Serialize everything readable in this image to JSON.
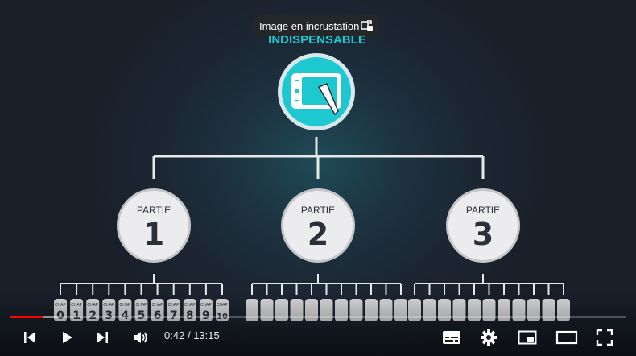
{
  "video": {
    "header_text": "INDISPENSABLE",
    "parts": [
      {
        "label": "PARTIE",
        "number": "1"
      },
      {
        "label": "PARTIE",
        "number": "2"
      },
      {
        "label": "PARTIE",
        "number": "3"
      }
    ],
    "chapter_label": "CHAP",
    "chapters": [
      "0",
      "1",
      "2",
      "3",
      "4",
      "5",
      "6",
      "7",
      "8",
      "9",
      "10"
    ],
    "colors": {
      "accent": "#1ec8d0",
      "line": "#e8e8e8",
      "badge": "#d8d9db",
      "text_dark": "#2b2f38"
    }
  },
  "tooltip": {
    "text": "Image en incrustation",
    "icon": "pip-open-icon"
  },
  "player": {
    "current_time": "0:42",
    "separator": "/",
    "duration": "13:15",
    "progress_fraction": 0.053,
    "buffered_fraction": 0.08,
    "icons": [
      "previous-icon",
      "play-icon",
      "next-icon",
      "volume-icon",
      "subtitles-icon",
      "settings-icon",
      "miniplayer-icon",
      "theater-icon",
      "fullscreen-icon"
    ],
    "colors": {
      "progress": "#ff0000"
    }
  }
}
